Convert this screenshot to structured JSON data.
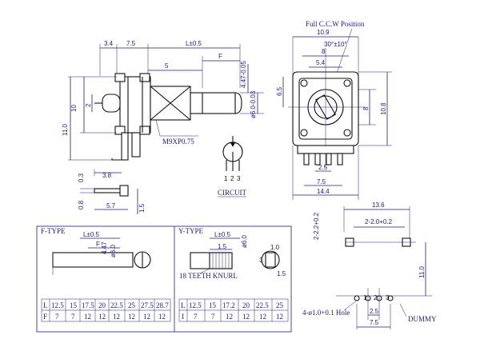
{
  "labels": {
    "ccw": "Full C.C.W Position",
    "thread": "M9XP0.75",
    "circuit": "CIRCUIT",
    "pin1": "1",
    "pin2": "2",
    "pin3": "3",
    "ftype": "F-TYPE",
    "ytype": "Y-TYPE",
    "knurl": "18 TEETH KNURL",
    "hole": "4-ø1.0+0.1 Hole",
    "dummy": "DUMMY"
  },
  "dims": {
    "d34": "3.4",
    "d75a": "7.5",
    "dL": "L±0.5",
    "dF": "F",
    "d5": "5",
    "d447": "4.47-0.05",
    "d6": "ø6.0-0.03",
    "d10": "10",
    "d2": "2",
    "d11": "11.0",
    "d38": "3.8",
    "d03": "0.3",
    "d08": "0.8",
    "d57": "5.7",
    "d15": "1.5",
    "d109": "10.9",
    "d30": "30°±10°",
    "d8": "8",
    "d54": "5.4",
    "d65": "6.5",
    "d8b": "8",
    "d108": "10.8",
    "d25": "2.5",
    "d75b": "7.5",
    "d144": "14.4",
    "d136": "13.6",
    "d22": "2-2.2+0.2",
    "d20": "2-2.0+0.2",
    "d11b": "11.0",
    "d25b": "2.5",
    "d75c": "7.5"
  },
  "ftable": {
    "L": [
      "L",
      "12.5",
      "15",
      "17.5",
      "20",
      "22.5",
      "25",
      "27.5",
      "28.7"
    ],
    "F": [
      "F",
      "7",
      "7",
      "12",
      "12",
      "12",
      "12",
      "12",
      "12"
    ]
  },
  "ytable": {
    "L": [
      "L",
      "12.5",
      "15",
      "17.2",
      "20",
      "22.5",
      "25"
    ],
    "F": [
      "I",
      "7",
      "7",
      "12",
      "12",
      "12",
      "12"
    ]
  },
  "ftype_dims": {
    "L": "L±0.5",
    "F": "F",
    "a": "4.47",
    "b": "ø6.0"
  },
  "ytype_dims": {
    "L": "L±0.5",
    "a": "ø6.0",
    "k": "1.5",
    "t": "1.0",
    "s": "3",
    "h": "1.5"
  }
}
